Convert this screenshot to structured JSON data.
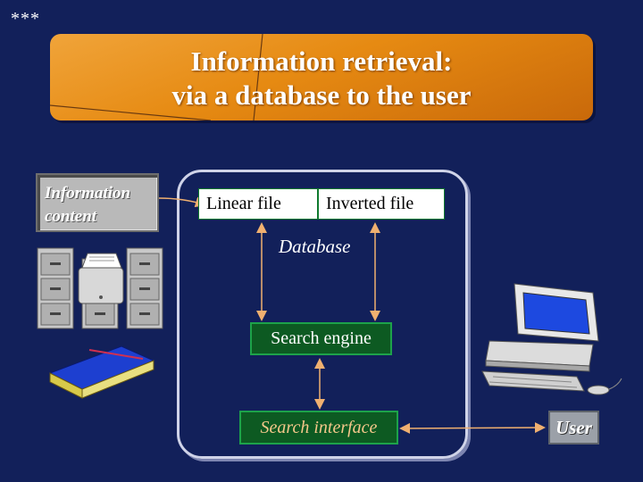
{
  "header": {
    "marker": "***"
  },
  "title": {
    "line1": "Information retrieval:",
    "line2": "via a database to the user"
  },
  "diagram": {
    "info_content": {
      "line1": "Information",
      "line2": "content"
    },
    "linear_file": "Linear file",
    "inverted_file": "Inverted file",
    "database": "Database",
    "search_engine": "Search engine",
    "search_interface": "Search interface",
    "user": "User"
  },
  "colors": {
    "background": "#12205a",
    "banner": "#e68a12",
    "green_box": "#0d5a22",
    "arrow": "#f0b070"
  },
  "icons": [
    "filing-cabinet-icon",
    "printer-icon",
    "book-icon",
    "computer-icon",
    "keyboard-icon",
    "mouse-icon"
  ]
}
